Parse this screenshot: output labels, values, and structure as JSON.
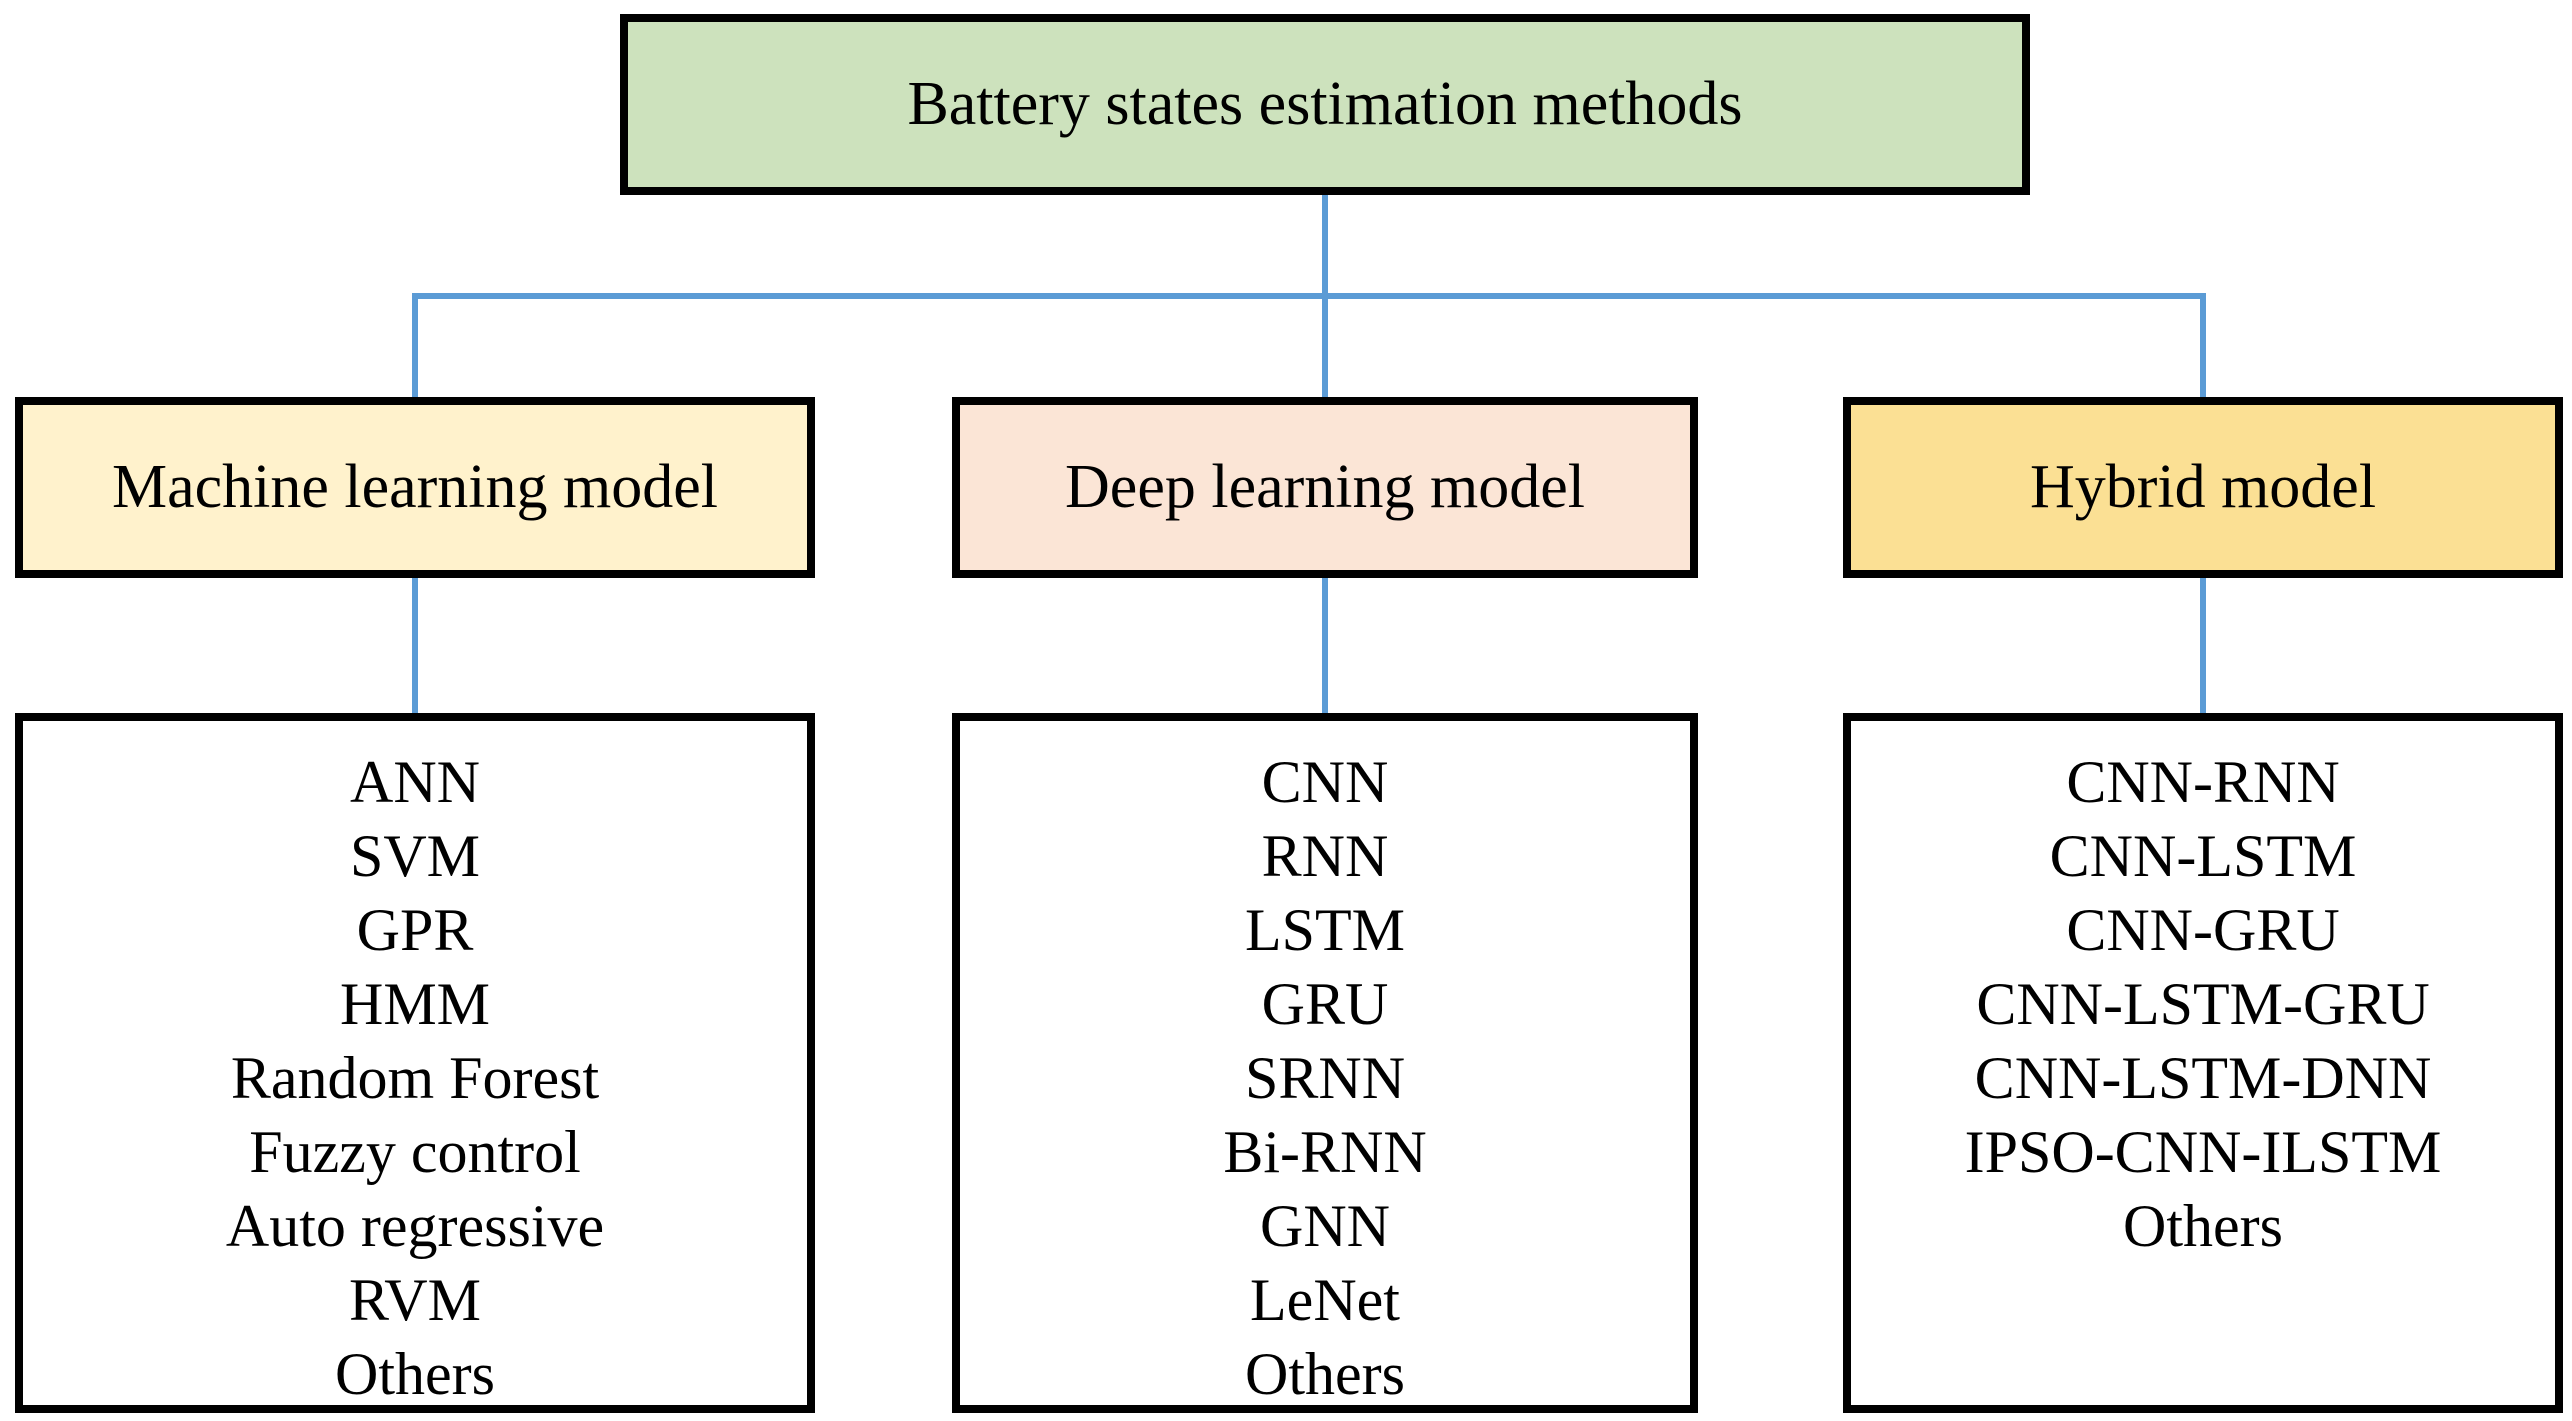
{
  "title": "Battery states estimation methods",
  "colors": {
    "title_fill": "#CDE2BD",
    "ml_fill": "#FFF2CC",
    "dl_fill": "#FBE5D6",
    "hybrid_fill": "#FBE094",
    "list_fill": "#FFFFFF",
    "connector": "#5B9BD5",
    "border": "#000000",
    "text": "#000000",
    "background": "#FFFFFF"
  },
  "categories": [
    {
      "id": "machine-learning",
      "label": "Machine learning model",
      "items": [
        "ANN",
        "SVM",
        "GPR",
        "HMM",
        "Random Forest",
        "Fuzzy control",
        "Auto regressive",
        "RVM",
        "Others"
      ]
    },
    {
      "id": "deep-learning",
      "label": "Deep learning model",
      "items": [
        "CNN",
        "RNN",
        "LSTM",
        "GRU",
        "SRNN",
        "Bi-RNN",
        "GNN",
        "LeNet",
        "Others"
      ]
    },
    {
      "id": "hybrid",
      "label": "Hybrid model",
      "items": [
        "CNN-RNN",
        "CNN-LSTM",
        "CNN-GRU",
        "CNN-LSTM-GRU",
        "CNN-LSTM-DNN",
        "IPSO-CNN-ILSTM",
        "Others"
      ]
    }
  ]
}
